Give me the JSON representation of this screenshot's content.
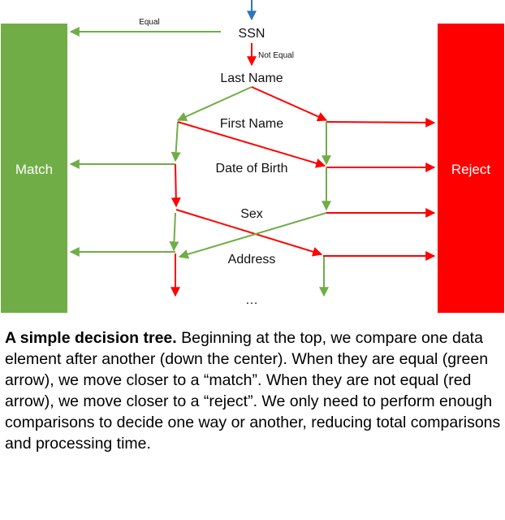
{
  "colors": {
    "green": "#70AD47",
    "red": "#FF0000",
    "entry": "#2E75B6",
    "match_box": "#70AD47",
    "reject_box": "#FF0000"
  },
  "diagram": {
    "match_label": "Match",
    "reject_label": "Reject",
    "equal_label": "Equal",
    "not_equal_label": "Not Equal",
    "nodes": {
      "ssn": "SSN",
      "last_name": "Last Name",
      "first_name": "First Name",
      "dob": "Date of Birth",
      "sex": "Sex",
      "address": "Address",
      "ellipsis": "…"
    }
  },
  "caption": {
    "bold": "A simple decision tree.",
    "text": " Beginning at the top, we compare one data element after another (down the center). When they are equal (green arrow), we move closer to a “match”. When they are not equal (red arrow), we move closer to a “reject”. We only need to perform enough comparisons to decide one way or another, reducing total comparisons and processing time."
  }
}
